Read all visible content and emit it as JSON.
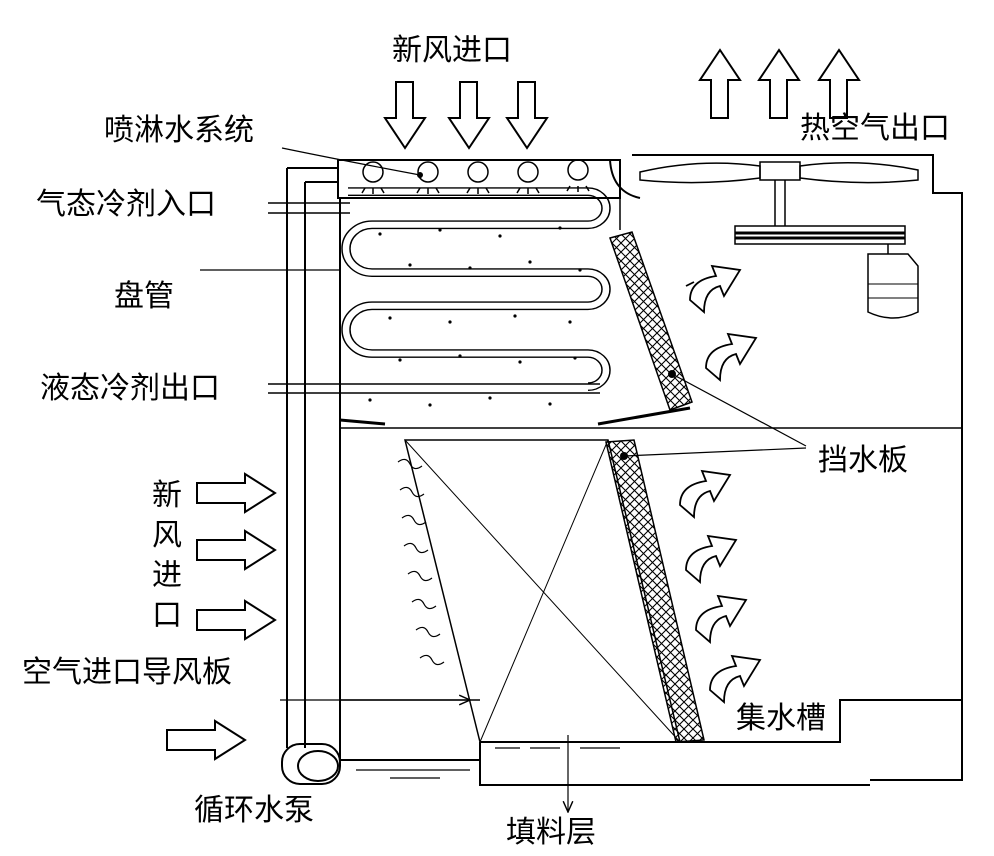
{
  "labels": {
    "fresh_air_inlet_top": "新风进口",
    "hot_air_outlet": "热空气出口",
    "spray_system": "喷淋水系统",
    "gas_refrigerant_inlet": "气态冷剂入口",
    "coil": "盘管",
    "liquid_refrigerant_outlet": "液态冷剂出口",
    "water_baffle": "挡水板",
    "fresh_air_inlet_side": "新风进口",
    "air_inlet_louver": "空气进口导风板",
    "water_basin": "集水槽",
    "circulating_pump": "循环水泵",
    "fill_layer": "填料层"
  },
  "colors": {
    "line": "#000000",
    "background": "#ffffff"
  }
}
